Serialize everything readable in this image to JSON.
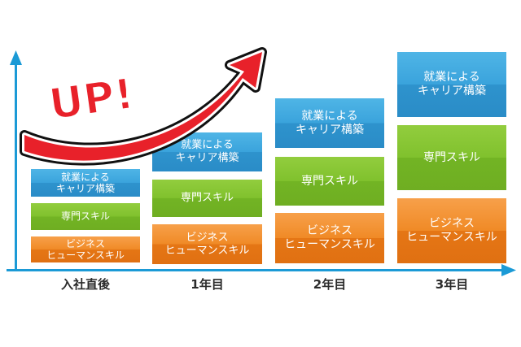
{
  "up_text": "UP!",
  "labels": {
    "career": [
      "就業による",
      "キャリア構築"
    ],
    "skill": [
      "専門スキル"
    ],
    "business": [
      "ビジネス",
      "ヒューマンスキル"
    ]
  },
  "x_axis": [
    "入社直後",
    "1年目",
    "2年目",
    "3年目"
  ],
  "colors": {
    "axis": "#1b9ad6",
    "career": "#3aa3dc",
    "skill": "#80c12d",
    "business": "#f08a26",
    "arrow": "#e8212a"
  },
  "chart_data": {
    "type": "bar",
    "stacked": true,
    "categories": [
      "入社直後",
      "1年目",
      "2年目",
      "3年目"
    ],
    "series": [
      {
        "name": "ビジネス ヒューマンスキル",
        "values": [
          1,
          1.3,
          1.7,
          2.2
        ]
      },
      {
        "name": "専門スキル",
        "values": [
          1,
          1.3,
          1.7,
          2.2
        ]
      },
      {
        "name": "就業による キャリア構築",
        "values": [
          1,
          1.3,
          1.7,
          2.2
        ]
      }
    ]
  }
}
